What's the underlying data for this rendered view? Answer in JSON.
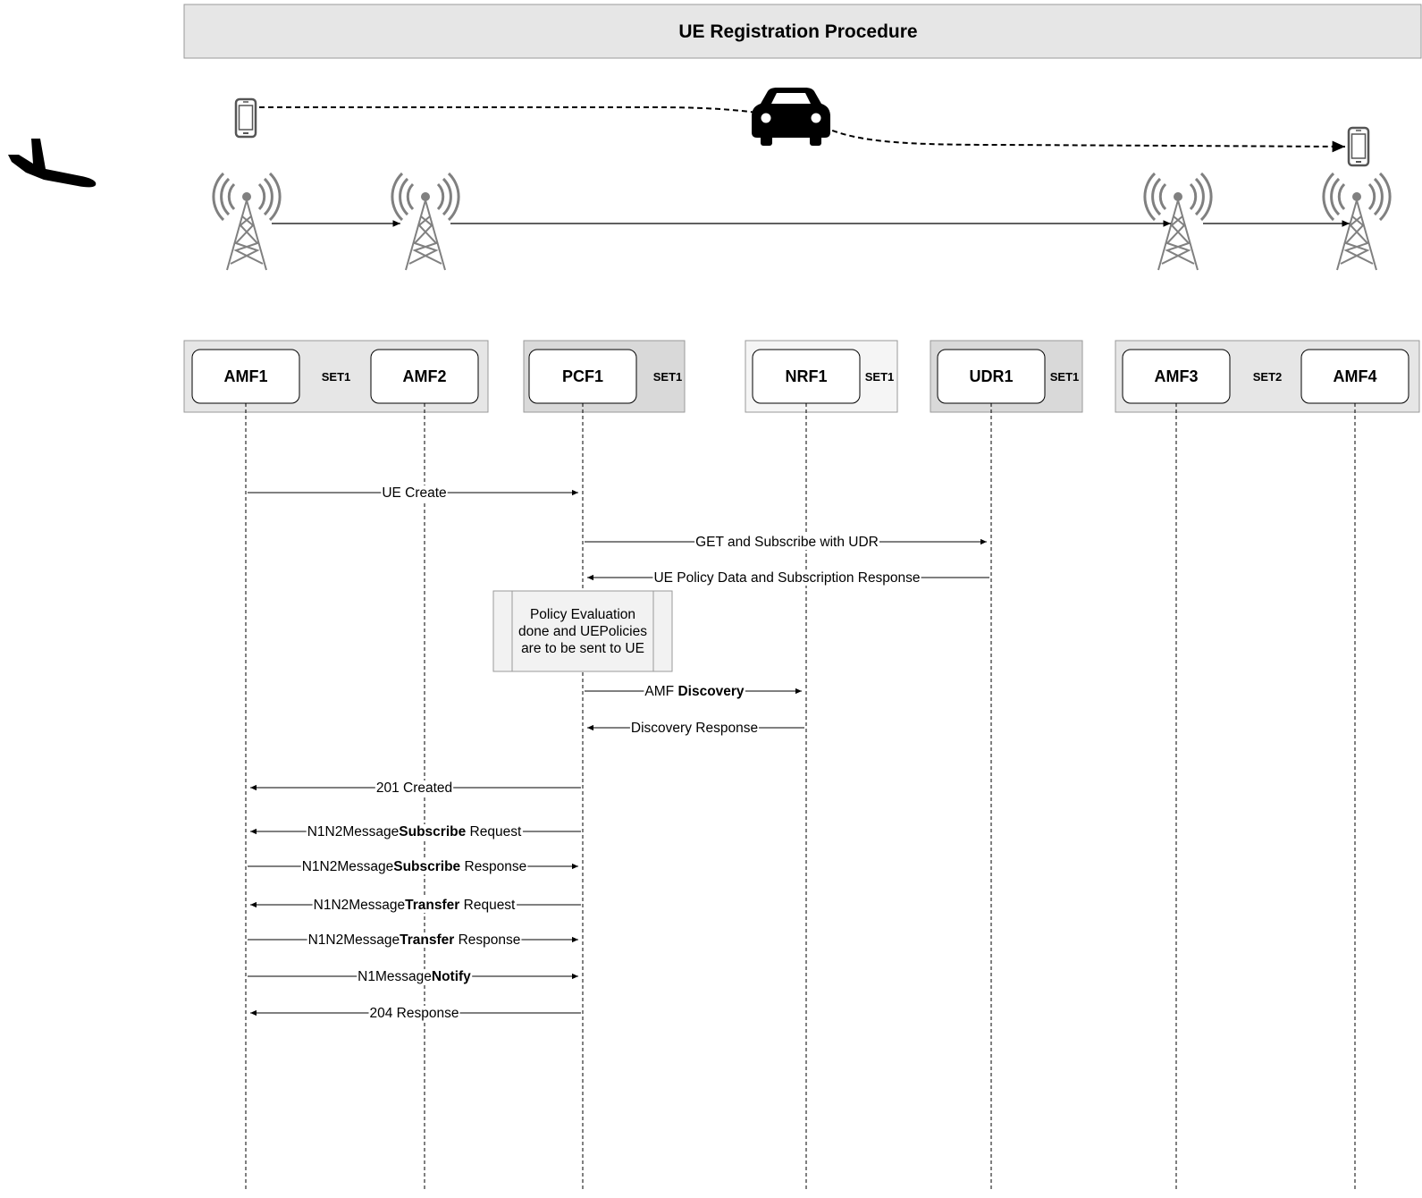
{
  "title": "UE Registration Procedure",
  "icons": {
    "airplane": "airplane-icon",
    "car": "car-icon",
    "phone": "mobile-phone-icon",
    "tower": "cell-tower-icon"
  },
  "groups": [
    {
      "id": "amf-set1",
      "set_label": "SET1"
    },
    {
      "id": "pcf-set1",
      "set_label": "SET1"
    },
    {
      "id": "nrf-set1",
      "set_label": "SET1"
    },
    {
      "id": "udr-set1",
      "set_label": "SET1"
    },
    {
      "id": "amf-set2",
      "set_label": "SET2"
    }
  ],
  "nodes": [
    {
      "id": "amf1",
      "label": "AMF1"
    },
    {
      "id": "amf2",
      "label": "AMF2"
    },
    {
      "id": "pcf1",
      "label": "PCF1"
    },
    {
      "id": "nrf1",
      "label": "NRF1"
    },
    {
      "id": "udr1",
      "label": "UDR1"
    },
    {
      "id": "amf3",
      "label": "AMF3"
    },
    {
      "id": "amf4",
      "label": "AMF4"
    }
  ],
  "note": {
    "lines": [
      "Policy Evaluation",
      "done and UEPolicies",
      "are to be sent to UE"
    ]
  },
  "messages": [
    {
      "from": "amf1",
      "to": "pcf1",
      "parts": [
        {
          "text": "UE Create",
          "bold": false
        }
      ]
    },
    {
      "from": "pcf1",
      "to": "udr1",
      "parts": [
        {
          "text": "GET and Subscribe with UDR",
          "bold": false
        }
      ]
    },
    {
      "from": "udr1",
      "to": "pcf1",
      "parts": [
        {
          "text": "UE Policy Data and Subscription Response",
          "bold": false
        }
      ]
    },
    {
      "from": "pcf1",
      "to": "nrf1",
      "parts": [
        {
          "text": "AMF ",
          "bold": false
        },
        {
          "text": "Discovery",
          "bold": true
        }
      ]
    },
    {
      "from": "nrf1",
      "to": "pcf1",
      "parts": [
        {
          "text": "Discovery Response",
          "bold": false
        }
      ]
    },
    {
      "from": "pcf1",
      "to": "amf1",
      "parts": [
        {
          "text": "201 Created",
          "bold": false
        }
      ]
    },
    {
      "from": "pcf1",
      "to": "amf1",
      "parts": [
        {
          "text": "N1N2Message",
          "bold": false
        },
        {
          "text": "Subscribe",
          "bold": true
        },
        {
          "text": " Request",
          "bold": false
        }
      ]
    },
    {
      "from": "amf1",
      "to": "pcf1",
      "parts": [
        {
          "text": "N1N2Message",
          "bold": false
        },
        {
          "text": "Subscribe",
          "bold": true
        },
        {
          "text": " Response",
          "bold": false
        }
      ]
    },
    {
      "from": "pcf1",
      "to": "amf1",
      "parts": [
        {
          "text": "N1N2Message",
          "bold": false
        },
        {
          "text": "Transfer",
          "bold": true
        },
        {
          "text": " Request",
          "bold": false
        }
      ]
    },
    {
      "from": "amf1",
      "to": "pcf1",
      "parts": [
        {
          "text": "N1N2Message",
          "bold": false
        },
        {
          "text": "Transfer",
          "bold": true
        },
        {
          "text": " Response",
          "bold": false
        }
      ]
    },
    {
      "from": "amf1",
      "to": "pcf1",
      "parts": [
        {
          "text": "N1Message",
          "bold": false
        },
        {
          "text": "Notify",
          "bold": true
        }
      ]
    },
    {
      "from": "pcf1",
      "to": "amf1",
      "parts": [
        {
          "text": "204 Response",
          "bold": false
        }
      ]
    }
  ]
}
